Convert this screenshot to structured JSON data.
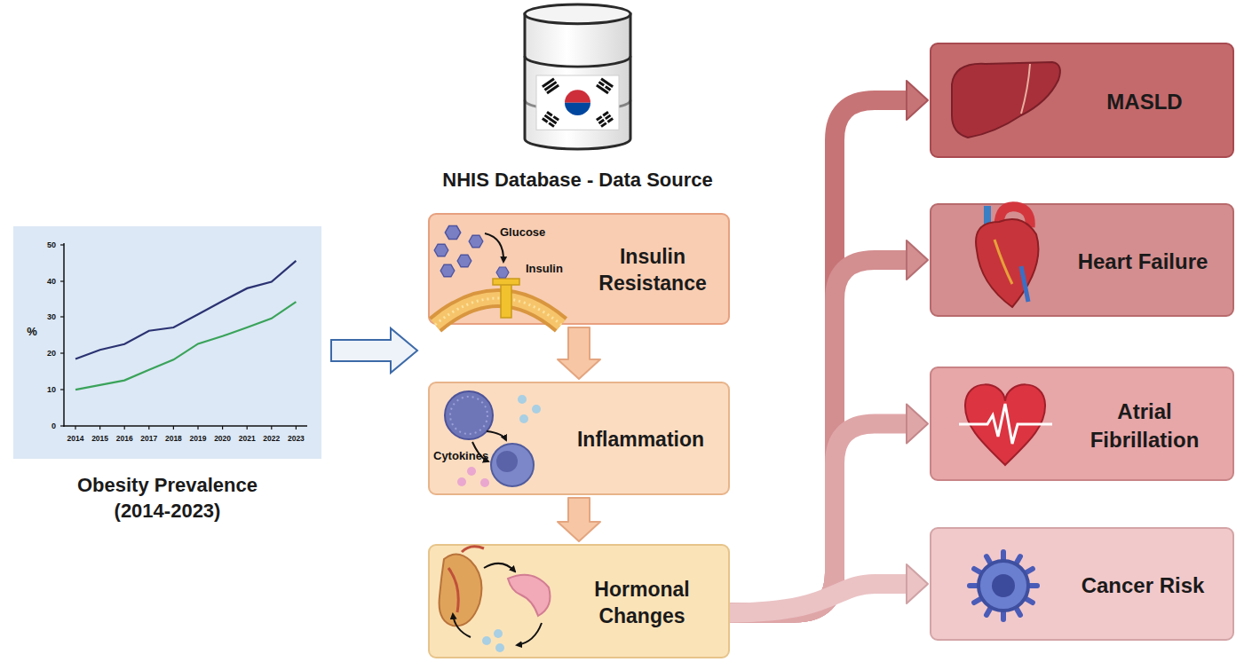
{
  "diagram": {
    "nodes": [
      {
        "text": [
          "Obesity Prevalence (2014-2023)"
        ]
      },
      {
        "text": [
          "NHIS Database - Data Source"
        ]
      },
      {
        "text": [
          "Insulin Resistance"
        ]
      },
      {
        "text": [
          "Inflammation"
        ]
      },
      {
        "text": [
          "Hormonal Changes"
        ]
      },
      {
        "text": [
          "MASLD"
        ]
      },
      {
        "text": [
          "Heart Failure"
        ]
      },
      {
        "text": [
          "Atrial Fibrillation"
        ]
      },
      {
        "text": [
          "Cancer Risk"
        ]
      }
    ],
    "edges": [
      {
        "from": 2,
        "to": 3,
        "arrow": "to"
      },
      {
        "from": 3,
        "to": 4,
        "arrow": "to"
      },
      {
        "from": 4,
        "to": 5,
        "arrow": "to"
      },
      {
        "from": 4,
        "to": 6,
        "arrow": "to"
      },
      {
        "from": 4,
        "to": 7,
        "arrow": "to"
      },
      {
        "from": 4,
        "to": 8,
        "arrow": "to"
      }
    ],
    "labels": [
      "50",
      "40",
      "30",
      "20",
      "10",
      "0",
      "%",
      "2014",
      "2015",
      "2016",
      "2017",
      "2018",
      "2019",
      "2020",
      "2021",
      "2022",
      "2023",
      "Glucose",
      "Insulin",
      "Cytokines"
    ]
  }
}
